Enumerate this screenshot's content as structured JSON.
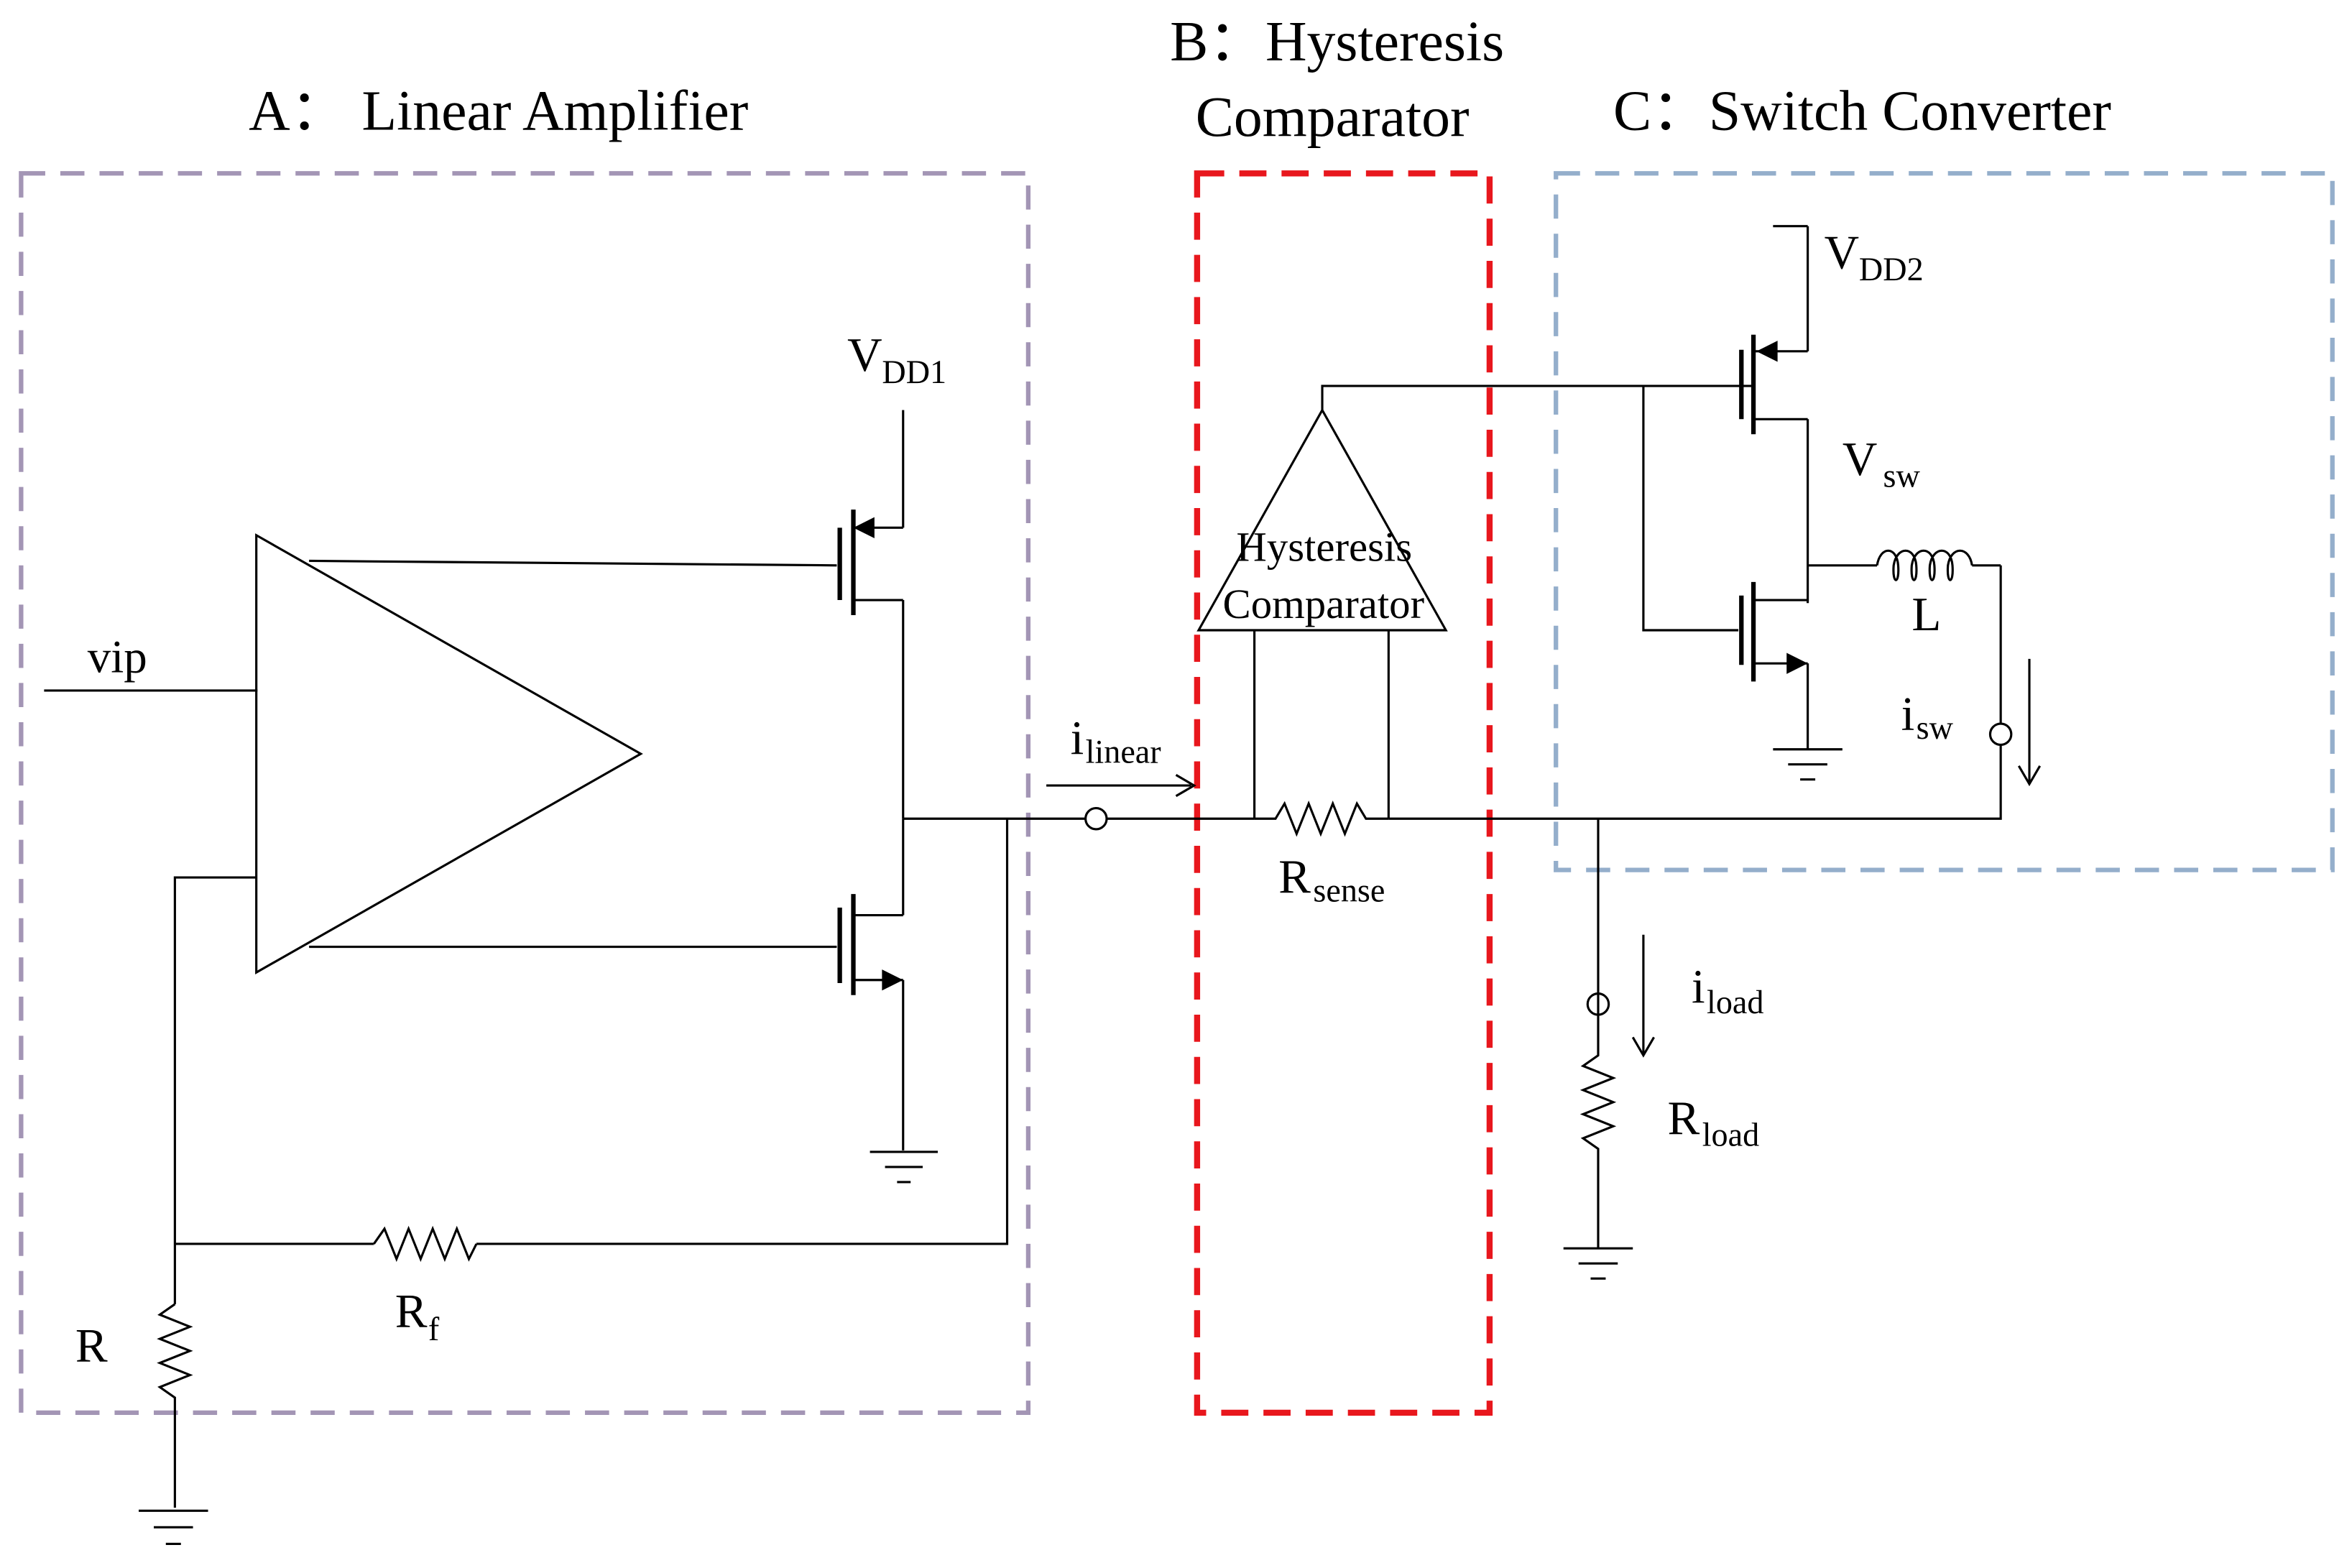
{
  "titles": {
    "a": "A： Linear Amplifier",
    "b_line1": "B：Hysteresis",
    "b_line2": "Comparator",
    "c": "C：Switch Converter"
  },
  "comparator": {
    "line1": "Hysteresis",
    "line2": "Comparator"
  },
  "labels": {
    "vdd1_main": "V",
    "vdd1_sub": "DD1",
    "vdd2_main": "V",
    "vdd2_sub": "DD2",
    "vsw_main": "V",
    "vsw_sub": "sw",
    "vip": "vip",
    "ilinear_main": "i",
    "ilinear_sub": "linear",
    "rsense_main": "R",
    "rsense_sub": "sense",
    "isw_main": "i",
    "isw_sub": "sw",
    "iload_main": "i",
    "iload_sub": "load",
    "rload_main": "R",
    "rload_sub": "load",
    "rf_main": "R",
    "rf_sub": "f",
    "r": "R",
    "l": "L"
  },
  "colors": {
    "box_a": "#a395b5",
    "box_b": "#e8171d",
    "box_c": "#94aecb",
    "wire": "#000000"
  }
}
